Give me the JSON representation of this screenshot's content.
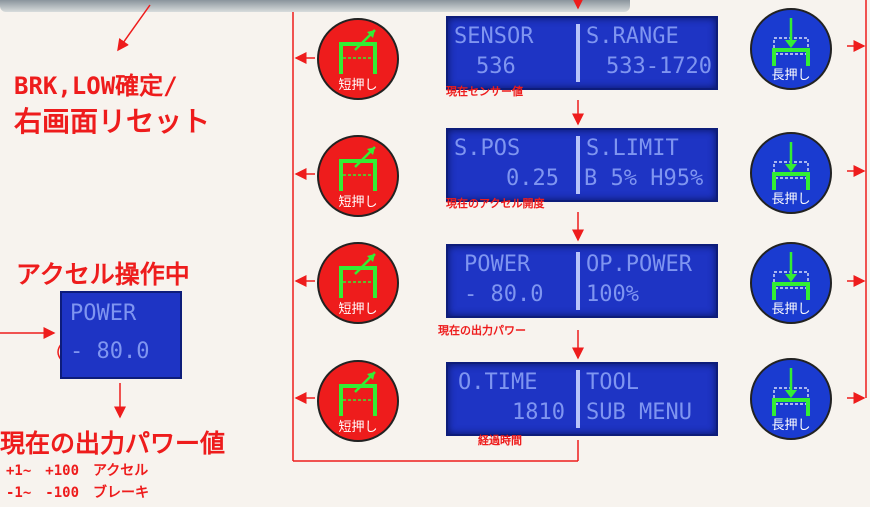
{
  "left": {
    "confirm_note_line1": "BRK,LOW確定/",
    "confirm_note_line2": "右画面リセット",
    "accel_heading": "アクセル操作中",
    "small_display_line1": "POWER",
    "small_display_line2": "- 80.0",
    "power_value_heading": "現在の出力パワー値",
    "legend_line1": "+1~　+100　アクセル",
    "legend_line2": "-1~　-100　ブレーキ"
  },
  "screens": [
    {
      "row1": "SENSOR S.RANGE",
      "row2": "  536   533-1720",
      "left_label": "SENSOR",
      "right_label": "S.RANGE",
      "left_value": "536",
      "right_value": "533-1720",
      "caption": "現在センサー値"
    },
    {
      "row1": "S.POS  S.LIMIT",
      "left_label": "S.POS",
      "right_label": "S.LIMIT",
      "left_value": "0.25",
      "right_value": "B 5% H95%",
      "caption": "現在のアクセル開度"
    },
    {
      "left_label": "POWER",
      "right_label": "OP.POWER",
      "left_value": "- 80.0",
      "right_value": "100%",
      "caption": "現在の出力パワー"
    },
    {
      "left_label": "O.TIME",
      "right_label": "TOOL",
      "left_value": "1810",
      "right_value": "SUB MENU",
      "caption": "経過時間"
    }
  ],
  "buttons": {
    "short_press_label": "短押し",
    "long_press_label": "長押し"
  },
  "colors": {
    "accent_red": "#ee1c1c",
    "lcd_blue": "#1e34c4",
    "button_blue": "#1a3bd0",
    "icon_green": "#33ee33"
  }
}
